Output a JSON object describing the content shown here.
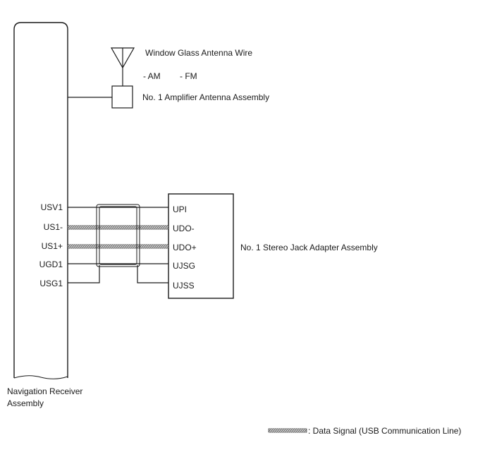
{
  "labels": {
    "antenna_wire": "Window Glass Antenna Wire",
    "am": "- AM",
    "fm": "- FM",
    "amplifier": "No. 1 Amplifier Antenna Assembly",
    "stereo_jack": "No. 1 Stereo Jack Adapter Assembly",
    "receiver_line1": "Navigation Receiver",
    "receiver_line2": "Assembly",
    "legend": ": Data Signal (USB Communication Line)"
  },
  "receiver_pins": [
    "USV1",
    "US1-",
    "US1+",
    "UGD1",
    "USG1"
  ],
  "adapter_pins": [
    "UPI",
    "UDO-",
    "UDO+",
    "UJSG",
    "UJSS"
  ],
  "colors": {
    "line": "#1a1a1a",
    "data_signal_hatch": "#555555"
  }
}
